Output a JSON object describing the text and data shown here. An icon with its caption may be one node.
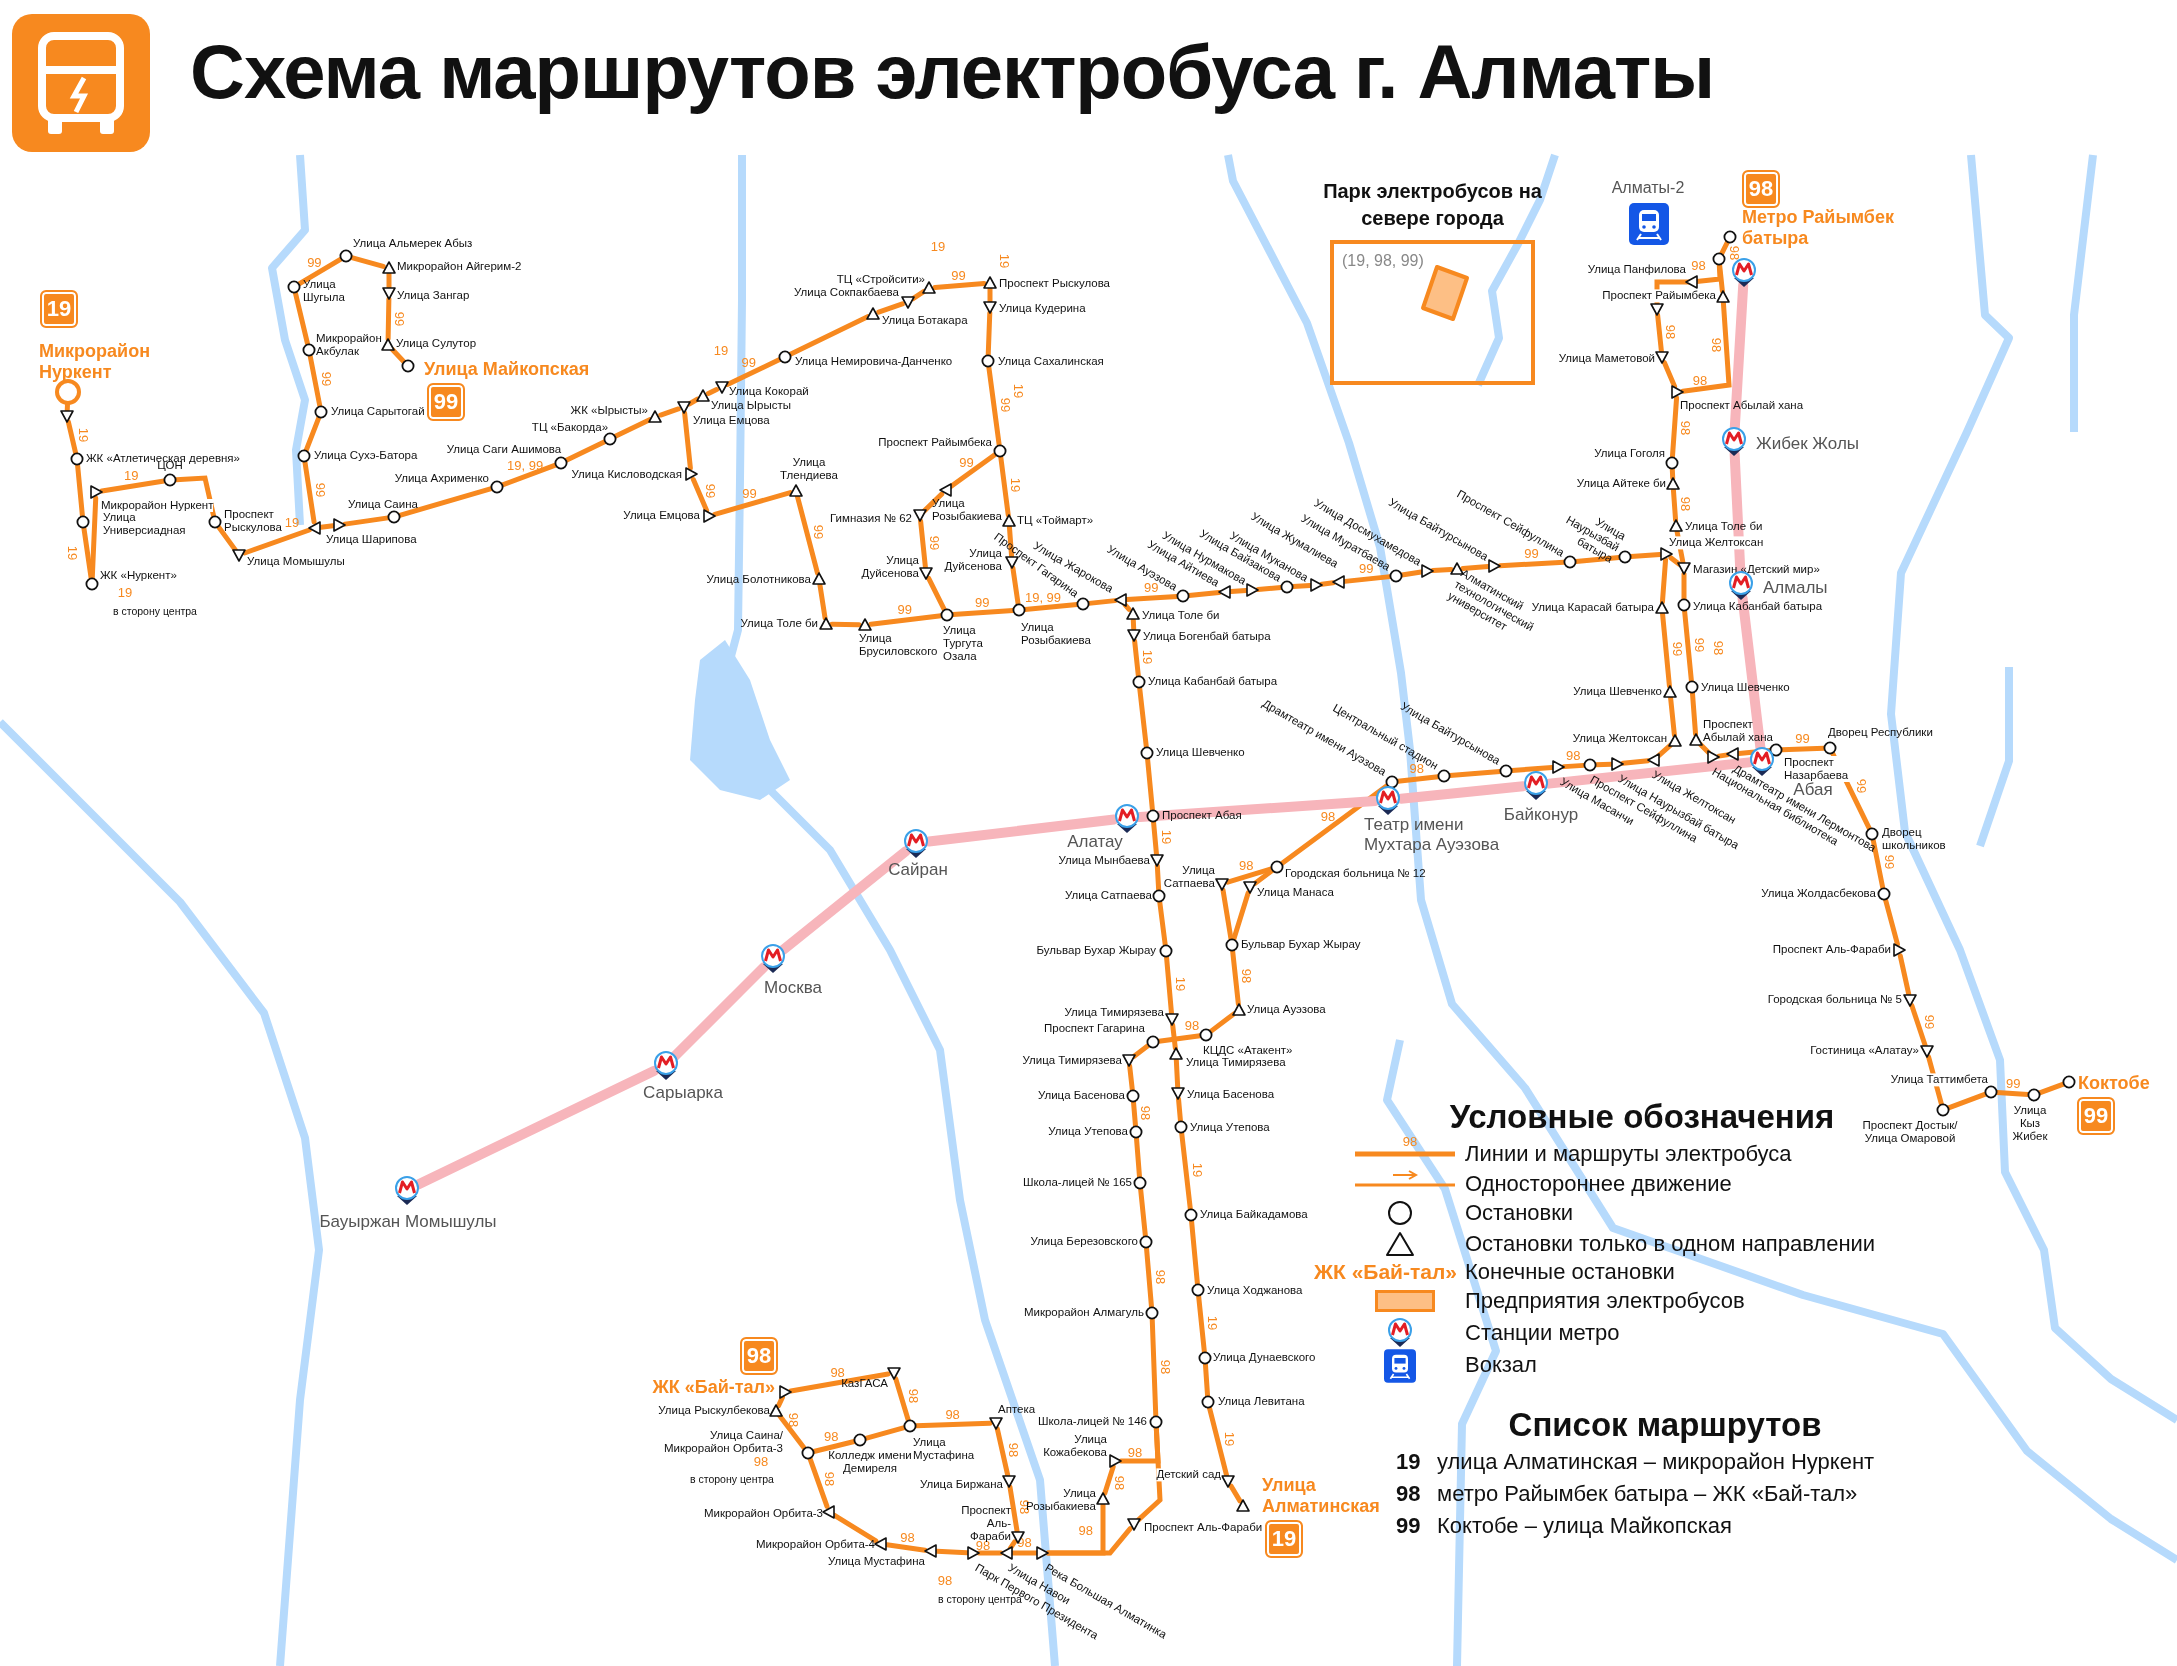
{
  "diagram": {
    "title": "Схема маршрутов электробуса г. Алматы",
    "nodes": [
      {
        "text": [
          "19",
          "Микрорайон Нуркент"
        ]
      },
      {
        "text": [],
        "shape": "triangle"
      },
      {
        "text": [
          "ЖК «Атлетическая деревня»"
        ]
      },
      {
        "text": [
          "Микрорайон Нуркент"
        ]
      },
      {
        "text": [
          "ЦОН"
        ]
      },
      {
        "text": [
          "Улица Универсиадная"
        ]
      },
      {
        "text": [
          "ЖК «Нуркент»"
        ]
      },
      {
        "text": [
          "Проспект Рыскулова"
        ]
      },
      {
        "text": [
          "Улица Момышулы"
        ]
      },
      {
        "text": [
          "Улица Шарипова"
        ]
      },
      {
        "text": [],
        "shape": "triangle"
      },
      {
        "text": [
          "Улица Сухэ-Батора"
        ]
      },
      {
        "text": [
          "Улица Сарытогай"
        ]
      },
      {
        "text": [
          "Микрорайон Акбулак"
        ]
      },
      {
        "text": [
          "Улица Шугыла"
        ]
      },
      {
        "text": [
          "Улица Альмерек Абыз"
        ]
      },
      {
        "text": [
          "Микрорайон Айгерим-2"
        ]
      },
      {
        "text": [
          "Улица Зангар"
        ]
      },
      {
        "text": [
          "Улица Сулутор"
        ]
      },
      {
        "text": [
          "Улица Майкопская",
          "99"
        ]
      },
      {
        "text": [
          "Улица Саина"
        ]
      },
      {
        "text": [
          "Улица Ахрименко"
        ]
      },
      {
        "text": [
          "Улица Саги Ашимова"
        ]
      },
      {
        "text": [
          "ТЦ «Бакорда»"
        ]
      },
      {
        "text": [
          "Улица Кисловодская"
        ]
      },
      {
        "text": [
          "ЖК «Ырысты»"
        ]
      },
      {
        "text": [
          "Улица Емцова"
        ]
      },
      {
        "text": [
          "Улица Ырысты"
        ]
      },
      {
        "text": [
          "Улица Кокорай"
        ]
      },
      {
        "text": [
          "Улица Немировича-Данченко"
        ]
      },
      {
        "text": [
          "Улица Ботакара"
        ]
      },
      {
        "text": [
          "Улица Сокпакбаева"
        ]
      },
      {
        "text": [
          "ТЦ «Стройсити»"
        ]
      },
      {
        "text": [
          "Проспект Рыскулова"
        ]
      },
      {
        "text": [
          "Улица Кудерина"
        ]
      },
      {
        "text": [
          "Улица Сахалинская"
        ]
      },
      {
        "text": [
          "Проспект Райымбека"
        ]
      },
      {
        "text": [
          "ТЦ «Тоймарт»"
        ]
      },
      {
        "text": [
          "Улица Дуйсенова"
        ]
      },
      {
        "text": [
          "Улица Розыбакиева"
        ]
      },
      {
        "text": [
          "Улица Тургута Озала"
        ]
      },
      {
        "text": [
          "Улица Брусиловского"
        ]
      },
      {
        "text": [
          "Улица Толе би"
        ]
      },
      {
        "text": [
          "Улица Болотникова"
        ]
      },
      {
        "text": [
          "Улица Тлендиева"
        ]
      },
      {
        "text": [
          "Улица Емцова"
        ]
      },
      {
        "text": [
          "Улица Розыбакиева"
        ]
      },
      {
        "text": [
          "Гимназия № 62"
        ]
      },
      {
        "text": [
          "Улица Дуйсенова"
        ]
      },
      {
        "text": [
          "Проспект Гагарина"
        ]
      },
      {
        "text": [
          "Улица Жарокова"
        ]
      },
      {
        "text": [
          "Улица Толе би"
        ]
      },
      {
        "text": [
          "Улица Богенбай батыра"
        ]
      },
      {
        "text": [
          "Улица Кабанбай батыра"
        ]
      },
      {
        "text": [
          "Улица Ауэзова"
        ]
      },
      {
        "text": [
          "Улица Айтиева"
        ]
      },
      {
        "text": [
          "Улица Нурмакова"
        ]
      },
      {
        "text": [
          "Улица Байзакова"
        ]
      },
      {
        "text": [
          "Улица Муканова"
        ]
      },
      {
        "text": [
          "Улица Жумалиева"
        ]
      },
      {
        "text": [
          "Улица Муратбаева"
        ]
      },
      {
        "text": [
          "Улица Досмухамедова"
        ]
      },
      {
        "text": [
          "Алматинский технологический университет"
        ]
      },
      {
        "text": [
          "Улица Байтурсынова"
        ]
      },
      {
        "text": [
          "Проспект Сейфуллина"
        ]
      },
      {
        "text": [
          "Улица Наурызбай батыра"
        ]
      },
      {
        "text": [
          "Улица Желтоксан"
        ]
      },
      {
        "text": [
          "Магазин «Детский мир»"
        ]
      },
      {
        "text": [
          "Улица Толе би"
        ]
      },
      {
        "text": [
          "Улица Айтеке би"
        ]
      },
      {
        "text": [
          "Улица Гоголя"
        ]
      },
      {
        "text": [
          "Проспект Абылай хана"
        ]
      },
      {
        "text": [
          "Улица Маметовой"
        ]
      },
      {
        "text": [],
        "shape": "triangle"
      },
      {
        "text": [
          "Проспект Райымбека"
        ]
      },
      {
        "text": [
          "Улица Панфилова"
        ]
      },
      {
        "text": [],
        "shape": "circle"
      },
      {
        "text": [
          "98",
          "Метро Райымбек батыра"
        ]
      },
      {
        "text": [
          "Улица Карасай батыра"
        ]
      },
      {
        "text": [
          "Улица Кабанбай батыра"
        ]
      },
      {
        "text": [
          "Улица Шевченко"
        ]
      },
      {
        "text": [
          "Улица Шевченко"
        ]
      },
      {
        "text": [
          "Улица Желтоксан"
        ]
      },
      {
        "text": [
          "Проспект Абылай хана"
        ]
      },
      {
        "text": [
          "Драмтеатр имени Ауэзова"
        ]
      },
      {
        "text": [
          "Центральный стадион"
        ]
      },
      {
        "text": [
          "Улица Байтурсынова"
        ]
      },
      {
        "text": [
          "Улица Масанчи"
        ]
      },
      {
        "text": [
          "Проспект Сейфуллина"
        ]
      },
      {
        "text": [
          "Улица Наурызбай батыра"
        ]
      },
      {
        "text": [
          "Улица Желтоксан"
        ]
      },
      {
        "text": [
          "Национальная библиотека"
        ]
      },
      {
        "text": [
          "Драмтеатр имени Лермонтова"
        ]
      },
      {
        "text": [
          "Проспект Назарбаева"
        ]
      },
      {
        "text": [
          "Дворец Республики"
        ]
      },
      {
        "text": [
          "Дворец школьников"
        ]
      },
      {
        "text": [
          "Улица Жолдасбекова"
        ]
      },
      {
        "text": [
          "Проспект Аль-Фараби"
        ]
      },
      {
        "text": [
          "Городская больница № 5"
        ]
      },
      {
        "text": [
          "Гостиница «Алатау»"
        ]
      },
      {
        "text": [
          "Проспект Достык/ Улица Омаровой"
        ]
      },
      {
        "text": [
          "Улица Таттимбета"
        ]
      },
      {
        "text": [
          "Улица Кыз Жибек"
        ]
      },
      {
        "text": [
          "Коктобе",
          "99"
        ]
      },
      {
        "text": [
          "Улица Шевченко"
        ]
      },
      {
        "text": [
          "Проспект Абая"
        ]
      },
      {
        "text": [
          "Улица Мынбаева"
        ]
      },
      {
        "text": [
          "Улица Сатпаева"
        ]
      },
      {
        "text": [
          "Бульвар Бухар Жырау"
        ]
      },
      {
        "text": [
          "Улица Тимирязева"
        ]
      },
      {
        "text": [
          "Проспект Гагарина"
        ]
      },
      {
        "text": [
          "КЦДС «Атакент»"
        ]
      },
      {
        "text": [
          "Улица Тимирязева"
        ]
      },
      {
        "text": [
          "Улица Басенова"
        ]
      },
      {
        "text": [
          "Улица Утепова"
        ]
      },
      {
        "text": [
          "Улица Байкадамова"
        ]
      },
      {
        "text": [
          "Улица Ходжанова"
        ]
      },
      {
        "text": [
          "Улица Дунаевского"
        ]
      },
      {
        "text": [
          "Улица Левитана"
        ]
      },
      {
        "text": [
          "Детский сад"
        ]
      },
      {
        "text": [
          "Улица Алматинская",
          "19"
        ]
      },
      {
        "text": [
          "Улица Ауэзова"
        ]
      },
      {
        "text": [
          "Бульвар Бухар Жырау"
        ]
      },
      {
        "text": [
          "Улица Сатпаева"
        ]
      },
      {
        "text": [
          "Улица Манаса"
        ]
      },
      {
        "text": [
          "Городская больница № 12"
        ]
      },
      {
        "text": [
          "Улица Тимирязева"
        ]
      },
      {
        "text": [
          "Улица Басенова"
        ]
      },
      {
        "text": [
          "Улица Утепова"
        ]
      },
      {
        "text": [
          "Школа-лицей № 165"
        ]
      },
      {
        "text": [
          "Улица Березовского"
        ]
      },
      {
        "text": [
          "Микрорайон Алмагуль"
        ]
      },
      {
        "text": [
          "Школа-лицей № 146"
        ]
      },
      {
        "text": [
          "Улица Кожабекова"
        ]
      },
      {
        "text": [
          "Улица Розыбакиева"
        ]
      },
      {
        "text": [
          "Проспект Аль-Фараби"
        ]
      },
      {
        "text": [
          "Река Большая Алматинка"
        ]
      },
      {
        "text": [
          "Улица Навои"
        ]
      },
      {
        "text": [
          "Проспект Аль-Фараби"
        ]
      },
      {
        "text": [
          "Парк Первого Президента"
        ]
      },
      {
        "text": [
          "Улица Мустафина"
        ]
      },
      {
        "text": [
          "Микрорайон Орбита-4"
        ]
      },
      {
        "text": [
          "Микрорайон Орбита-3"
        ]
      },
      {
        "text": [
          "Улица Саина/ Микрорайон Орбита-3"
        ]
      },
      {
        "text": [
          "Улица Рыскулбекова"
        ]
      },
      {
        "text": [
          "98",
          "ЖК «Бай-тал»"
        ]
      },
      {
        "text": [
          "КазГАСА"
        ]
      },
      {
        "text": [
          "Колледж имени Демиреля"
        ]
      },
      {
        "text": [
          "Улица Мустафина"
        ]
      },
      {
        "text": [
          "Аптека"
        ]
      },
      {
        "text": [
          "Улица Биржана"
        ]
      },
      {
        "text": [
          "Бауыржан Момышулы"
        ]
      },
      {
        "text": [
          "Сарыарка"
        ]
      },
      {
        "text": [
          "Москва"
        ]
      },
      {
        "text": [
          "Сайран"
        ]
      },
      {
        "text": [
          "Алатау"
        ]
      },
      {
        "text": [
          "Театр имени Мухтара Ауэзова"
        ]
      },
      {
        "text": [
          "Байконур"
        ]
      },
      {
        "text": [
          "Абая"
        ]
      },
      {
        "text": [
          "Алмалы"
        ]
      },
      {
        "text": [
          "Жибек Жолы"
        ]
      },
      {
        "text": [],
        "shape": "picture"
      },
      {
        "text": [
          "Алматы-2"
        ]
      },
      {
        "text": [
          "Парк электробусов на севере города",
          "(19, 98, 99)"
        ]
      }
    ],
    "edges": [
      {
        "from": 0,
        "to": 1,
        "arrow": "none"
      },
      {
        "from": 1,
        "to": 2,
        "arrow": "none",
        "label": "19"
      },
      {
        "from": 2,
        "to": 5,
        "arrow": "none"
      },
      {
        "from": 5,
        "to": 6,
        "arrow": "none",
        "label": "19"
      },
      {
        "from": 6,
        "to": 3,
        "arrow": "none"
      },
      {
        "from": 3,
        "to": 4,
        "arrow": "none",
        "label": "19"
      },
      {
        "from": 4,
        "to": 7,
        "arrow": "none"
      },
      {
        "from": 7,
        "to": 8,
        "arrow": "none"
      },
      {
        "from": 8,
        "to": 10,
        "arrow": "none",
        "label": "19"
      },
      {
        "from": 10,
        "to": 9,
        "arrow": "none"
      },
      {
        "from": 9,
        "to": 20,
        "arrow": "none"
      },
      {
        "from": 20,
        "to": 21,
        "arrow": "none"
      },
      {
        "from": 21,
        "to": 22,
        "arrow": "none",
        "label": "19, 99"
      },
      {
        "from": 22,
        "to": 23,
        "arrow": "none"
      },
      {
        "from": 23,
        "to": 25,
        "arrow": "none"
      },
      {
        "from": 25,
        "to": 26,
        "arrow": "none"
      },
      {
        "from": 26,
        "to": 27,
        "arrow": "none"
      },
      {
        "from": 27,
        "to": 28,
        "arrow": "none"
      },
      {
        "from": 28,
        "to": 29,
        "arrow": "none",
        "label": "99"
      },
      {
        "from": 29,
        "to": 30,
        "arrow": "none"
      },
      {
        "from": 30,
        "to": 31,
        "arrow": "none"
      },
      {
        "from": 31,
        "to": 32,
        "arrow": "none"
      },
      {
        "from": 32,
        "to": 33,
        "arrow": "none",
        "label": "99"
      },
      {
        "from": 33,
        "to": 34,
        "arrow": "none"
      },
      {
        "from": 34,
        "to": 35,
        "arrow": "none"
      },
      {
        "from": 35,
        "to": 36,
        "arrow": "none",
        "label": "99"
      },
      {
        "from": 36,
        "to": 37,
        "arrow": "none",
        "label": "19"
      },
      {
        "from": 37,
        "to": 38,
        "arrow": "none"
      },
      {
        "from": 38,
        "to": 39,
        "arrow": "none"
      },
      {
        "from": 39,
        "to": 49,
        "arrow": "none",
        "label": "19, 99"
      },
      {
        "from": 49,
        "to": 50,
        "arrow": "none"
      },
      {
        "from": 50,
        "to": 51,
        "arrow": "none"
      },
      {
        "from": 51,
        "to": 52,
        "arrow": "none"
      },
      {
        "from": 52,
        "to": 53,
        "arrow": "none",
        "label": "19"
      },
      {
        "from": 53,
        "to": 104,
        "arrow": "none"
      },
      {
        "from": 104,
        "to": 105,
        "arrow": "none"
      },
      {
        "from": 105,
        "to": 106,
        "arrow": "none",
        "label": "19"
      },
      {
        "from": 106,
        "to": 107,
        "arrow": "none"
      },
      {
        "from": 107,
        "to": 108,
        "arrow": "none"
      },
      {
        "from": 108,
        "to": 109,
        "arrow": "none",
        "label": "19"
      },
      {
        "from": 109,
        "to": 112,
        "arrow": "none"
      },
      {
        "from": 112,
        "to": 113,
        "arrow": "none"
      },
      {
        "from": 113,
        "to": 114,
        "arrow": "none"
      },
      {
        "from": 114,
        "to": 115,
        "arrow": "none",
        "label": "19"
      },
      {
        "from": 115,
        "to": 116,
        "arrow": "none"
      },
      {
        "from": 116,
        "to": 117,
        "arrow": "none",
        "label": "19"
      },
      {
        "from": 117,
        "to": 118,
        "arrow": "none"
      },
      {
        "from": 118,
        "to": 119,
        "arrow": "none",
        "label": "19"
      },
      {
        "from": 119,
        "to": 120,
        "arrow": "none"
      },
      {
        "from": 11,
        "to": 10,
        "arrow": "none",
        "label": "99"
      },
      {
        "from": 12,
        "to": 11,
        "arrow": "none"
      },
      {
        "from": 13,
        "to": 12,
        "arrow": "none",
        "label": "99"
      },
      {
        "from": 14,
        "to": 13,
        "arrow": "none"
      },
      {
        "from": 15,
        "to": 14,
        "arrow": "none",
        "label": "99"
      },
      {
        "from": 15,
        "to": 16,
        "arrow": "none"
      },
      {
        "from": 16,
        "to": 17,
        "arrow": "none"
      },
      {
        "from": 17,
        "to": 18,
        "arrow": "none",
        "label": "99"
      },
      {
        "from": 18,
        "to": 19,
        "arrow": "none"
      },
      {
        "from": 26,
        "to": 24,
        "arrow": "none"
      },
      {
        "from": 24,
        "to": 45,
        "arrow": "none",
        "label": "99"
      },
      {
        "from": 45,
        "to": 44,
        "arrow": "none",
        "label": "99"
      },
      {
        "from": 44,
        "to": 43,
        "arrow": "none",
        "label": "99"
      },
      {
        "from": 43,
        "to": 42,
        "arrow": "none"
      },
      {
        "from": 42,
        "to": 41,
        "arrow": "none"
      },
      {
        "from": 41,
        "to": 40,
        "arrow": "none",
        "label": "99"
      },
      {
        "from": 40,
        "to": 39,
        "arrow": "none",
        "label": "99"
      },
      {
        "from": 36,
        "to": 46,
        "arrow": "none",
        "label": "99"
      },
      {
        "from": 46,
        "to": 47,
        "arrow": "none"
      },
      {
        "from": 47,
        "to": 48,
        "arrow": "none",
        "label": "99"
      },
      {
        "from": 48,
        "to": 40,
        "arrow": "none"
      },
      {
        "from": 50,
        "to": 54,
        "arrow": "none",
        "label": "99"
      },
      {
        "from": 54,
        "to": 55,
        "arrow": "none"
      },
      {
        "from": 55,
        "to": 56,
        "arrow": "none"
      },
      {
        "from": 56,
        "to": 57,
        "arrow": "none"
      },
      {
        "from": 57,
        "to": 58,
        "arrow": "none"
      },
      {
        "from": 58,
        "to": 59,
        "arrow": "none"
      },
      {
        "from": 59,
        "to": 60,
        "arrow": "none",
        "label": "99"
      },
      {
        "from": 60,
        "to": 61,
        "arrow": "none"
      },
      {
        "from": 61,
        "to": 62,
        "arrow": "none"
      },
      {
        "from": 62,
        "to": 63,
        "arrow": "none"
      },
      {
        "from": 63,
        "to": 64,
        "arrow": "none",
        "label": "99"
      },
      {
        "from": 64,
        "to": 65,
        "arrow": "none"
      },
      {
        "from": 65,
        "to": 66,
        "arrow": "none"
      },
      {
        "from": 66,
        "to": 67,
        "arrow": "none"
      },
      {
        "from": 68,
        "to": 67,
        "arrow": "none"
      },
      {
        "from": 69,
        "to": 68,
        "arrow": "none",
        "label": "98"
      },
      {
        "from": 70,
        "to": 69,
        "arrow": "none"
      },
      {
        "from": 71,
        "to": 70,
        "arrow": "none",
        "label": "98"
      },
      {
        "from": 72,
        "to": 71,
        "arrow": "none"
      },
      {
        "from": 73,
        "to": 72,
        "arrow": "none",
        "label": "98"
      },
      {
        "from": 75,
        "to": 73,
        "arrow": "none"
      },
      {
        "from": 76,
        "to": 75,
        "arrow": "none",
        "label": "98"
      },
      {
        "from": 77,
        "to": 76,
        "arrow": "none",
        "label": "98"
      },
      {
        "from": 71,
        "to": 74,
        "arrow": "none",
        "label": "98"
      },
      {
        "from": 74,
        "to": 76,
        "arrow": "none"
      },
      {
        "from": 67,
        "to": 79,
        "arrow": "none"
      },
      {
        "from": 79,
        "to": 81,
        "arrow": "none",
        "label": "99"
      },
      {
        "from": 81,
        "to": 83,
        "arrow": "none"
      },
      {
        "from": 83,
        "to": 91,
        "arrow": "none"
      },
      {
        "from": 91,
        "to": 92,
        "arrow": "none"
      },
      {
        "from": 92,
        "to": 93,
        "arrow": "none"
      },
      {
        "from": 93,
        "to": 94,
        "arrow": "none",
        "label": "99"
      },
      {
        "from": 94,
        "to": 95,
        "arrow": "none",
        "label": "99"
      },
      {
        "from": 95,
        "to": 96,
        "arrow": "none",
        "label": "99"
      },
      {
        "from": 96,
        "to": 97,
        "arrow": "none"
      },
      {
        "from": 97,
        "to": 98,
        "arrow": "none"
      },
      {
        "from": 98,
        "to": 99,
        "arrow": "none",
        "label": "99"
      },
      {
        "from": 99,
        "to": 100,
        "arrow": "none"
      },
      {
        "from": 100,
        "to": 101,
        "arrow": "none"
      },
      {
        "from": 101,
        "to": 102,
        "arrow": "none",
        "label": "99"
      },
      {
        "from": 102,
        "to": 103,
        "arrow": "none"
      },
      {
        "from": 82,
        "to": 80,
        "arrow": "none"
      },
      {
        "from": 80,
        "to": 78,
        "arrow": "none",
        "label": "99"
      },
      {
        "from": 78,
        "to": 66,
        "arrow": "none"
      },
      {
        "from": 90,
        "to": 82,
        "arrow": "none"
      },
      {
        "from": 89,
        "to": 90,
        "arrow": "none"
      },
      {
        "from": 88,
        "to": 89,
        "arrow": "none"
      },
      {
        "from": 87,
        "to": 88,
        "arrow": "none",
        "label": "98"
      },
      {
        "from": 86,
        "to": 87,
        "arrow": "none"
      },
      {
        "from": 85,
        "to": 86,
        "arrow": "none"
      },
      {
        "from": 84,
        "to": 85,
        "arrow": "none",
        "label": "98"
      },
      {
        "from": 84,
        "to": 125,
        "arrow": "none",
        "label": "98"
      },
      {
        "from": 125,
        "to": 123,
        "arrow": "none",
        "label": "98"
      },
      {
        "from": 125,
        "to": 124,
        "arrow": "none"
      },
      {
        "from": 124,
        "to": 122,
        "arrow": "none"
      },
      {
        "from": 123,
        "to": 122,
        "arrow": "none"
      },
      {
        "from": 122,
        "to": 121,
        "arrow": "none",
        "label": "98"
      },
      {
        "from": 121,
        "to": 111,
        "arrow": "none"
      },
      {
        "from": 111,
        "to": 110,
        "arrow": "none",
        "label": "98"
      },
      {
        "from": 110,
        "to": 126,
        "arrow": "none"
      },
      {
        "from": 126,
        "to": 127,
        "arrow": "none"
      },
      {
        "from": 127,
        "to": 128,
        "arrow": "none",
        "label": "98"
      },
      {
        "from": 128,
        "to": 129,
        "arrow": "none"
      },
      {
        "from": 129,
        "to": 130,
        "arrow": "none"
      },
      {
        "from": 130,
        "to": 131,
        "arrow": "none",
        "label": "98"
      },
      {
        "from": 131,
        "to": 132,
        "arrow": "none",
        "label": "98"
      },
      {
        "from": 132,
        "to": 133,
        "arrow": "none",
        "label": "98"
      },
      {
        "from": 132,
        "to": 135,
        "arrow": "none"
      },
      {
        "from": 133,
        "to": 134,
        "arrow": "none",
        "label": "98"
      },
      {
        "from": 134,
        "to": 136,
        "arrow": "none"
      },
      {
        "from": 135,
        "to": 136,
        "arrow": "none",
        "label": "98"
      },
      {
        "from": 136,
        "to": 137,
        "arrow": "none",
        "label": "98"
      },
      {
        "from": 137,
        "to": 139,
        "arrow": "none",
        "label": "98"
      },
      {
        "from": 138,
        "to": 137,
        "arrow": "none"
      },
      {
        "from": 150,
        "to": 138,
        "arrow": "none",
        "label": "98"
      },
      {
        "from": 149,
        "to": 150,
        "arrow": "none",
        "label": "98"
      },
      {
        "from": 148,
        "to": 149,
        "arrow": "none",
        "label": "98"
      },
      {
        "from": 146,
        "to": 148,
        "arrow": "none",
        "label": "98"
      },
      {
        "from": 145,
        "to": 146,
        "arrow": "none",
        "label": "98"
      },
      {
        "from": 144,
        "to": 145,
        "arrow": "none"
      },
      {
        "from": 143,
        "to": 144,
        "arrow": "none",
        "label": "98"
      },
      {
        "from": 147,
        "to": 148,
        "arrow": "none"
      },
      {
        "from": 143,
        "to": 147,
        "arrow": "none",
        "label": "98"
      },
      {
        "from": 142,
        "to": 143,
        "arrow": "none",
        "label": "98"
      },
      {
        "from": 141,
        "to": 142,
        "arrow": "none"
      },
      {
        "from": 140,
        "to": 141,
        "arrow": "none",
        "label": "98"
      },
      {
        "from": 139,
        "to": 140,
        "arrow": "none"
      },
      {
        "from": 151,
        "to": 152,
        "arrow": "none",
        "style": "thick",
        "color": "#f7b5bb"
      },
      {
        "from": 152,
        "to": 153,
        "arrow": "none",
        "style": "thick",
        "color": "#f7b5bb"
      },
      {
        "from": 153,
        "to": 154,
        "arrow": "none",
        "style": "thick",
        "color": "#f7b5bb"
      },
      {
        "from": 154,
        "to": 155,
        "arrow": "none",
        "style": "thick",
        "color": "#f7b5bb"
      },
      {
        "from": 155,
        "to": 156,
        "arrow": "none",
        "style": "thick",
        "color": "#f7b5bb"
      },
      {
        "from": 156,
        "to": 157,
        "arrow": "none",
        "style": "thick",
        "color": "#f7b5bb"
      },
      {
        "from": 157,
        "to": 158,
        "arrow": "none",
        "style": "thick",
        "color": "#f7b5bb"
      },
      {
        "from": 158,
        "to": 159,
        "arrow": "none",
        "style": "thick",
        "color": "#f7b5bb"
      },
      {
        "from": 159,
        "to": 160,
        "arrow": "none",
        "style": "thick",
        "color": "#f7b5bb"
      },
      {
        "from": 160,
        "to": 161,
        "arrow": "none",
        "style": "thick",
        "color": "#f7b5bb"
      }
    ],
    "labels": [
      "19",
      "19",
      "19",
      "19",
      "98",
      "98",
      "19",
      "в сторону центра",
      "98",
      "в сторону центра",
      "98",
      "в сторону центра",
      "Условные обозначения",
      "98",
      "ЖК «Бай-тал»",
      "Список маршрутов",
      "19",
      "улица Алматинская – микрорайон Нуркент",
      "98",
      "метро Райымбек батыра – ЖК «Бай-тал»",
      "99",
      "Коктобе – улица Майкопская"
    ],
    "legend": [
      {
        "text": "Линии и маршруты электробуса"
      },
      {
        "text": "Одностороннее движение"
      },
      {
        "text": "Остановки"
      },
      {
        "text": "Остановки только в одном направлении"
      },
      {
        "text": "Конечные остановки"
      },
      {
        "text": "Предприятия электробусов",
        "color": "#fdbf85"
      },
      {
        "text": "Станции метро"
      },
      {
        "text": "Вокзал"
      }
    ]
  }
}
